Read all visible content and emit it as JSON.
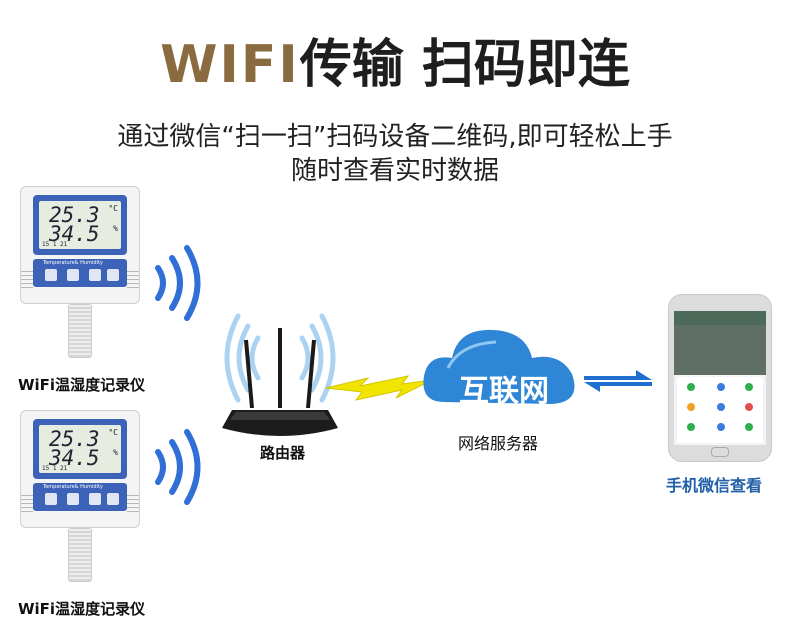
{
  "headline": {
    "brand": "WIFI",
    "rest": "传输 扫码即连"
  },
  "subtitle": {
    "line1": "通过微信“扫一扫”扫码设备二维码,即可轻松上手",
    "line2": "随时查看实时数据"
  },
  "device": {
    "temp": "25.3",
    "temp_unit": "°C",
    "humidity": "34.5",
    "humidity_unit": "%",
    "time": "15 1 21",
    "band_text": "Temperature& Humidity",
    "label": "WiFi温湿度记录仪"
  },
  "router": {
    "label": "路由器"
  },
  "cloud": {
    "text": "互联网",
    "label": "网络服务器"
  },
  "phone": {
    "label": "手机微信查看"
  },
  "colors": {
    "brand": "#8a6a3f",
    "accent_blue": "#1f5fa8",
    "cloud_blue": "#2f86d6",
    "bolt": "#f0e400"
  }
}
